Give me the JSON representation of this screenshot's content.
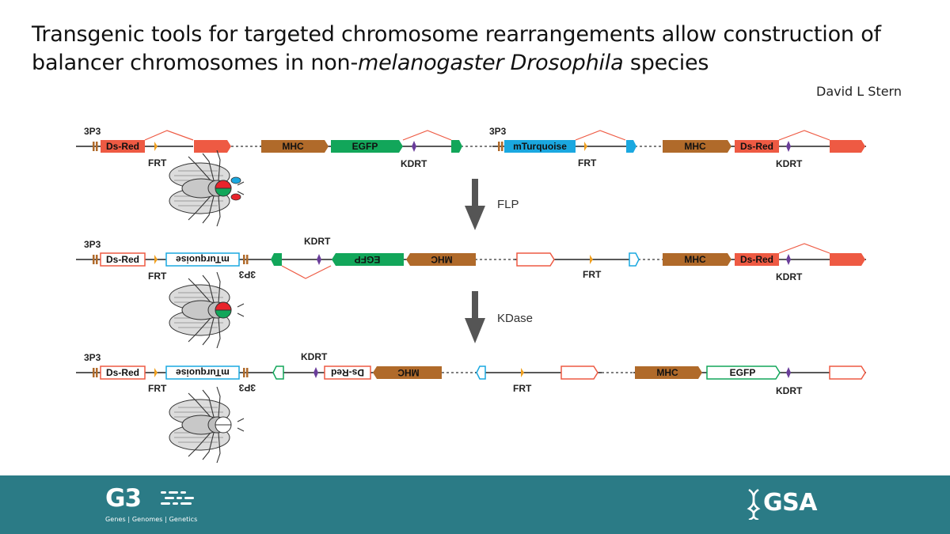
{
  "slide": {
    "title_pre": "Transgenic tools for targeted chromosome rearrangements allow construction of balancer chromosomes in non-",
    "title_italic": "melanogaster Drosophila",
    "title_post": " species",
    "author": "David L Stern"
  },
  "diagram": {
    "labels": {
      "p3p3": "3P3",
      "dsred": "Ds-Red",
      "frt": "FRT",
      "kdrt": "KDRT",
      "mhc": "MHC",
      "egfp": "EGFP",
      "mturq": "mTurquoise"
    },
    "steps": [
      "FLP",
      "KDase"
    ],
    "colors": {
      "dsred": "#ee5a43",
      "mhc": "#b06a2a",
      "egfp": "#12a65a",
      "mturq": "#1aa8e0",
      "frt": "#f0a020",
      "kdrt": "#6a3d9a",
      "arrow": "#555555"
    }
  },
  "footer": {
    "g3_logo": "G3",
    "g3_tagline": "Genes | Genomes | Genetics",
    "gsa_logo": "GSA"
  }
}
